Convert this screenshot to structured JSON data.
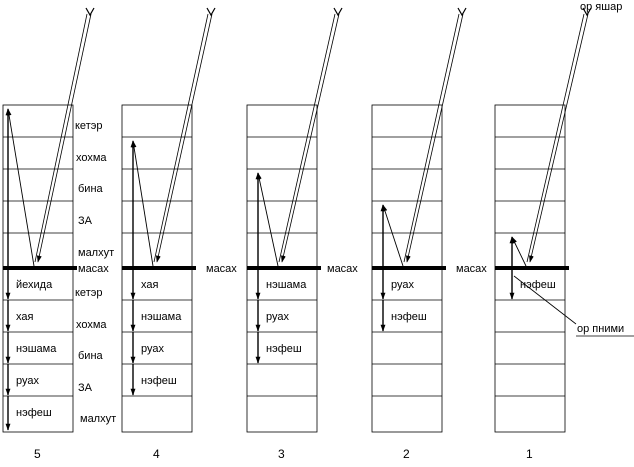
{
  "top_label": "ор яшар",
  "side_label": "ор пними",
  "labels_above": [
    "кетэр",
    "хохма",
    "бина",
    "ЗА",
    "малхут"
  ],
  "masah": "масах",
  "labels_below": [
    "кетэр",
    "хохма",
    "бина",
    "ЗА",
    "малхут"
  ],
  "columns": [
    {
      "number": "5",
      "inner": [
        "йехида",
        "хая",
        "нэшама",
        "руах",
        "нэфеш"
      ],
      "reflect_to": 0
    },
    {
      "number": "4",
      "inner": [
        "хая",
        "нэшама",
        "руах",
        "нэфеш"
      ],
      "reflect_to": 1
    },
    {
      "number": "3",
      "inner": [
        "нэшама",
        "руах",
        "нэфеш"
      ],
      "reflect_to": 2
    },
    {
      "number": "2",
      "inner": [
        "руах",
        "нэфеш"
      ],
      "reflect_to": 3
    },
    {
      "number": "1",
      "inner": [
        "нэфеш"
      ],
      "reflect_to": 4
    }
  ],
  "colors": {
    "ink": "#000000",
    "background": "#ffffff"
  }
}
